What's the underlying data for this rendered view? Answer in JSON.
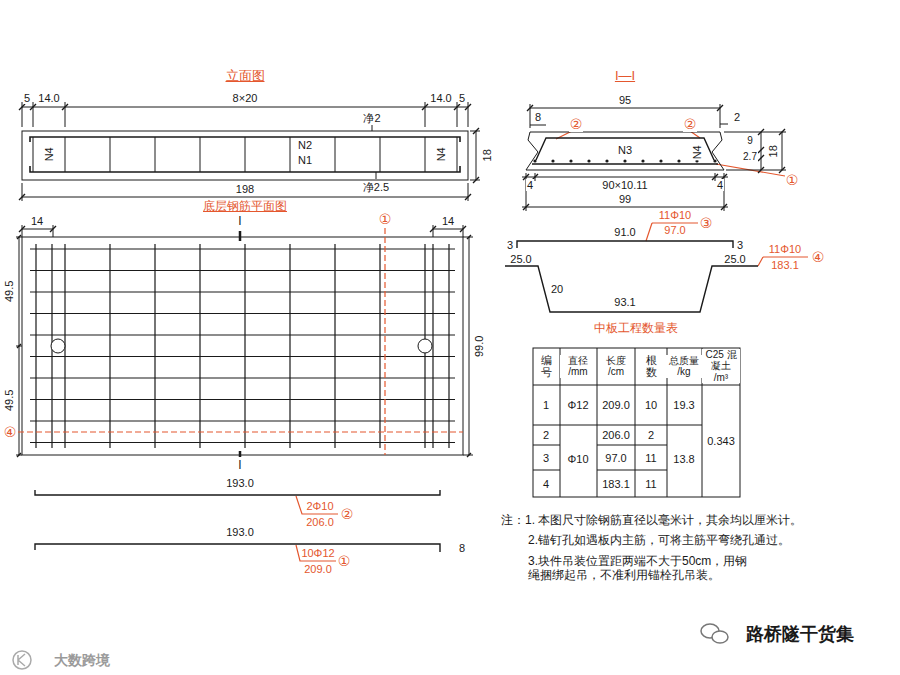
{
  "diagram": {
    "labels": [
      "立面图",
      "5",
      "14.0",
      "8×20",
      "14.0",
      "5",
      "净2",
      "N4",
      "N2",
      "N1",
      "N4",
      "18",
      "净2.5",
      "198",
      "底层钢筋平面图",
      "14",
      "I",
      "①",
      "14",
      "49.5",
      "49.5",
      "99.0",
      "④",
      "I",
      "193.0",
      "2Φ10",
      "206.0",
      "②",
      "193.0",
      "8",
      "10Φ12",
      "209.0",
      "①",
      "I—I",
      "95",
      "8",
      "②",
      "②",
      "2",
      "9",
      "2.7",
      "18",
      "N3",
      "N4",
      "①",
      "4",
      "90×10.11",
      "4",
      "99",
      "11Φ10",
      "③",
      "97.0",
      "3",
      "91.0",
      "3",
      "25.0",
      "25.0",
      "11Φ10",
      "183.1",
      "④",
      "20",
      "93.1",
      "中板工程数量表",
      "编号",
      "直径 /mm",
      "长度 /cm",
      "根数",
      "总质量 /kg",
      "C25 混凝土 /m³",
      "1",
      "Φ12",
      "209.0",
      "10",
      "19.3",
      "0.343",
      "2",
      "206.0",
      "2",
      "13.8",
      "3",
      "Φ10",
      "97.0",
      "11",
      "4",
      "183.1",
      "11",
      "注：1. 本图尺寸除钢筋直径以毫米计，其余均以厘米计。",
      "2.锚钉孔如遇板内主筋，可将主筋平弯绕孔通过。",
      "3.块件吊装位置距两端不大于50cm，用钢 绳捆绑起吊，不准利用锚栓孔吊装。",
      "路桥隧干货集",
      "大数跨境"
    ]
  }
}
